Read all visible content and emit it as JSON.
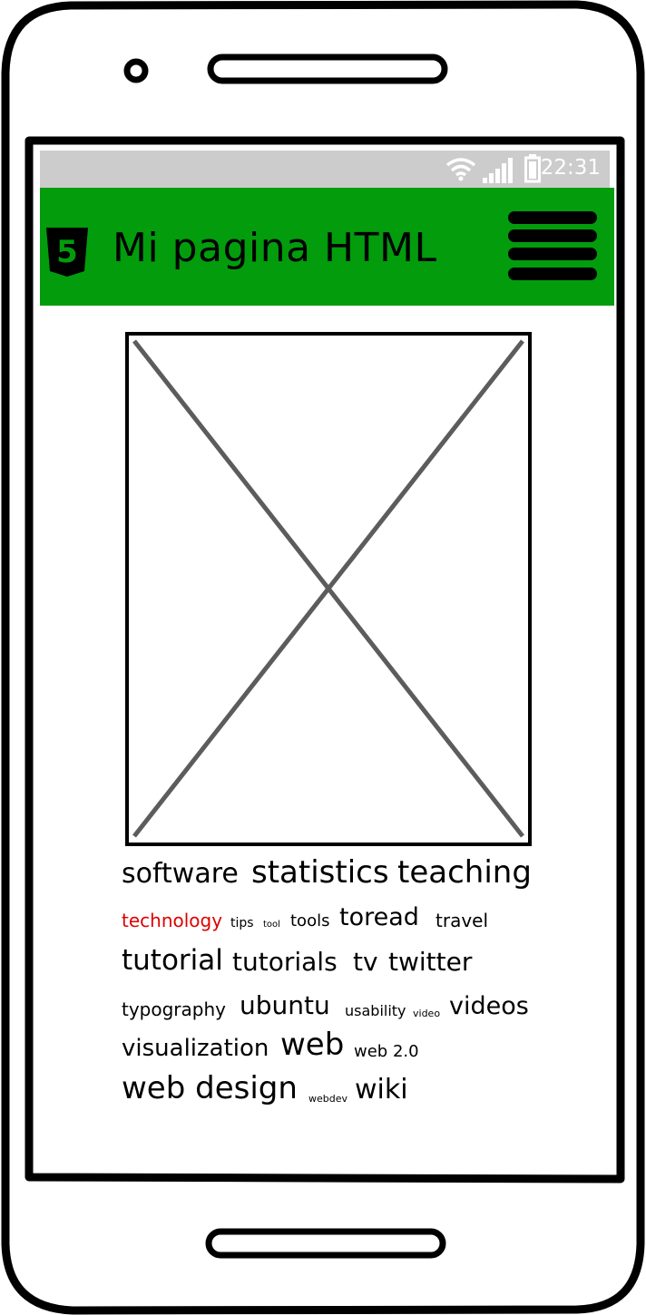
{
  "status_bar": {
    "time": "22:31",
    "wifi_icon": "wifi-icon",
    "signal_icon": "signal-bars-icon",
    "battery_icon": "battery-icon"
  },
  "header": {
    "title": "Mi pagina HTML",
    "logo_icon": "html5-logo-icon",
    "logo_mark": "5",
    "menu_icon": "hamburger-menu-icon"
  },
  "tag_cloud": {
    "rows": [
      [
        {
          "label": "software"
        },
        {
          "label": "statistics"
        },
        {
          "label": "teaching"
        }
      ],
      [
        {
          "label": "technology"
        },
        {
          "label": "tips"
        },
        {
          "label": "tool"
        },
        {
          "label": "tools"
        },
        {
          "label": "toread"
        },
        {
          "label": "travel"
        }
      ],
      [
        {
          "label": "tutorial"
        },
        {
          "label": "tutorials"
        },
        {
          "label": "tv"
        },
        {
          "label": "twitter"
        }
      ],
      [
        {
          "label": "typography"
        },
        {
          "label": "ubuntu"
        },
        {
          "label": "usability"
        },
        {
          "label": "video"
        },
        {
          "label": "videos"
        }
      ],
      [
        {
          "label": "visualization"
        },
        {
          "label": "web"
        },
        {
          "label": "web 2.0"
        }
      ],
      [
        {
          "label": "web design"
        },
        {
          "label": "webdev"
        },
        {
          "label": "wiki"
        }
      ]
    ]
  },
  "colors": {
    "header_bg": "#029c0c",
    "status_bar_bg": "#cccccc",
    "highlight_tag": "#e00000"
  }
}
